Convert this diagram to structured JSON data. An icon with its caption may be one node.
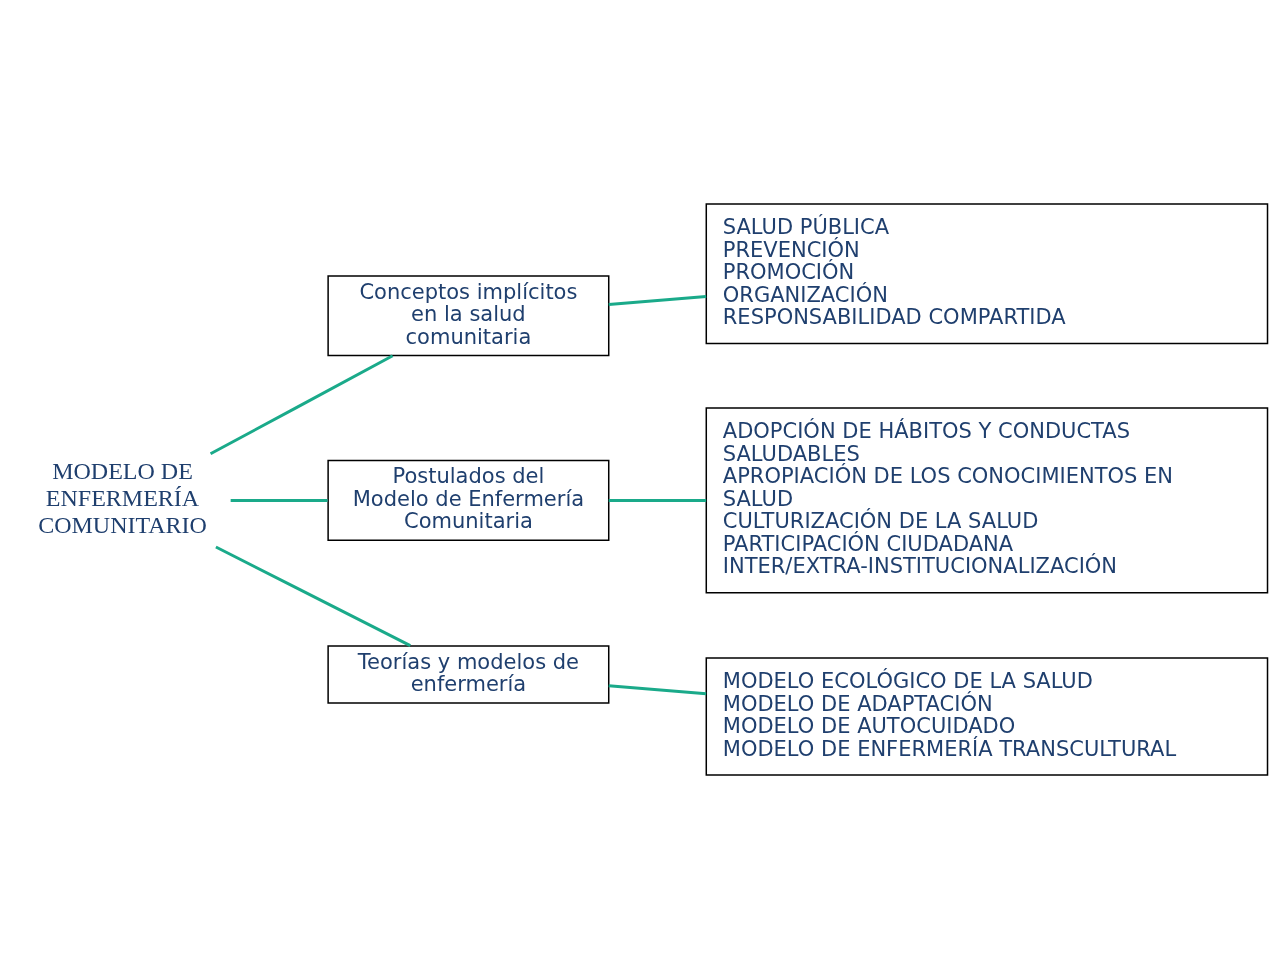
{
  "diagram": {
    "nodes": [
      {
        "text": [
          "MODELO DE ENFERMERÍA COMUNITARIO"
        ]
      },
      {
        "text": [
          "Conceptos implícitos en la salud comunitaria"
        ]
      },
      {
        "text": [
          "SALUD PÚBLICA",
          "PREVENCIÓN",
          "PROMOCIÓN",
          "ORGANIZACIÓN",
          "RESPONSABILIDAD COMPARTIDA"
        ]
      },
      {
        "text": [
          "Postulados del Modelo de Enfermería Comunitaria"
        ]
      },
      {
        "text": [
          "ADOPCIÓN DE HÁBITOS Y CONDUCTAS SALUDABLES",
          "APROPIACIÓN DE LOS CONOCIMIENTOS EN SALUD",
          "CULTURIZACIÓN DE LA SALUD",
          "PARTICIPACIÓN CIUDADANA",
          "INTER/EXTRA-INSTITUCIONALIZACIÓN"
        ]
      },
      {
        "text": [
          "Teorías y modelos de enfermería"
        ]
      },
      {
        "text": [
          "MODELO ECOLÓGICO DE LA SALUD",
          "MODELO DE ADAPTACIÓN",
          "MODELO DE AUTOCUIDADO",
          "MODELO DE ENFERMERÍA TRANSCULTURAL"
        ]
      }
    ],
    "edges": [
      {
        "from": 0,
        "to": 1,
        "arrow": "none"
      },
      {
        "from": 0,
        "to": 3,
        "arrow": "none"
      },
      {
        "from": 0,
        "to": 5,
        "arrow": "none"
      },
      {
        "from": 1,
        "to": 2,
        "arrow": "none"
      },
      {
        "from": 3,
        "to": 4,
        "arrow": "none"
      },
      {
        "from": 5,
        "to": 6,
        "arrow": "none"
      }
    ]
  }
}
